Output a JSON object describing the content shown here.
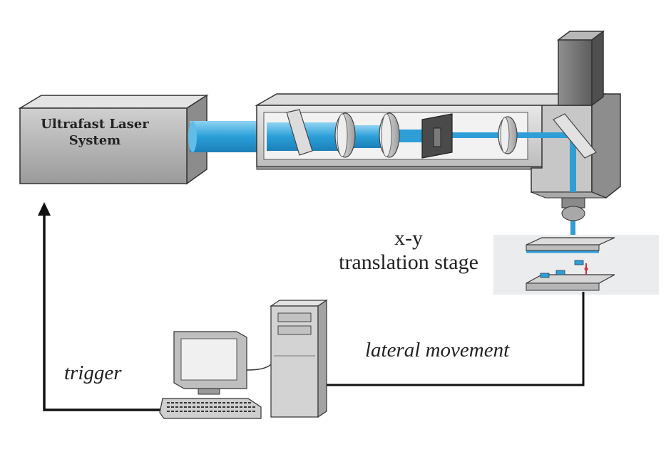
{
  "labels": {
    "laser_line1": "Ultrafast Laser",
    "laser_line2": "System",
    "stage_line1": "x-y",
    "stage_line2": "translation stage",
    "trigger": "trigger",
    "lateral": "lateral movement"
  },
  "colors": {
    "beam": "#33aadd",
    "box_front": "#b9b9b9",
    "box_side": "#8a8a8a",
    "box_top": "#dedede",
    "link_line": "#111111"
  }
}
